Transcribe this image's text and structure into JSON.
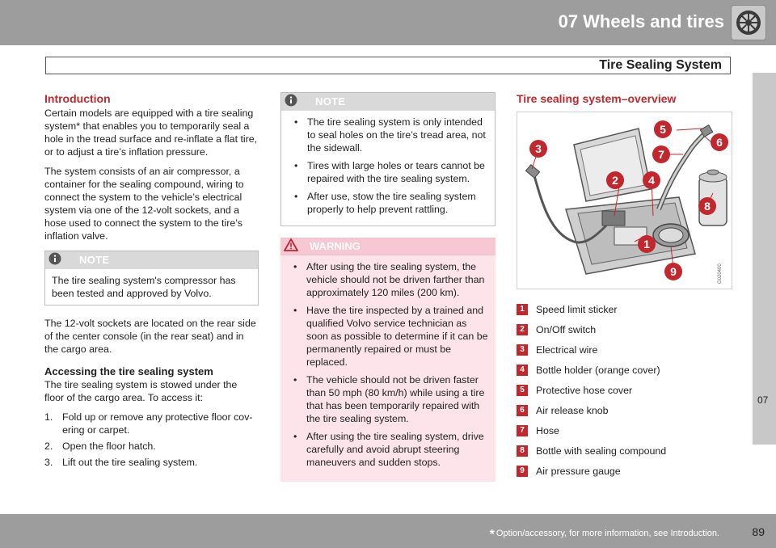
{
  "header": {
    "chapter": "07 Wheels and tires",
    "section": "Tire Sealing System"
  },
  "col1": {
    "heading": "Introduction",
    "intro_p1": "Certain models are equipped with a tire sealing system* that enables you to temporarily seal a hole in the tread surface and re-inflate a flat tire, or to adjust a tire’s inflation pressure.",
    "intro_p2": "The system consists of an air compressor, a container for the sealing compound, wiring to connect the system to the vehicle’s electrical system via one of the 12-volt sockets, and a hose used to connect the system to the tire’s inflation valve.",
    "note": {
      "label": "NOTE",
      "text": "The tire sealing system's compressor has been tested and approved by Volvo."
    },
    "sockets_p": "The 12-volt sockets are located on the rear side of the center console (in the rear seat) and in the cargo area.",
    "subheading": "Accessing the tire sealing system",
    "access_p": "The tire sealing system is stowed under the floor of the cargo area. To access it:",
    "steps": [
      {
        "num": "1.",
        "text": "Fold up or remove any protective floor cov-ering or carpet."
      },
      {
        "num": "2.",
        "text": "Open the floor hatch."
      },
      {
        "num": "3.",
        "text": "Lift out the tire sealing system."
      }
    ]
  },
  "col2": {
    "note": {
      "label": "NOTE",
      "items": [
        "The tire sealing system is only intended to seal holes on the tire’s tread area, not the sidewall.",
        "Tires with large holes or tears cannot be repaired with the tire sealing system.",
        "After use, stow the tire sealing system properly to help prevent rattling."
      ]
    },
    "warning": {
      "label": "WARNING",
      "items": [
        "After using the tire sealing system, the vehicle should not be driven farther than approximately 120 miles (200 km).",
        "Have the tire inspected by a trained and qualified Volvo service technician as soon as possible to determine if it can be permanently repaired or must be replaced.",
        "The vehicle should not be driven faster than 50 mph (80 km/h) while using a tire that has been temporarily repaired with the tire sealing system.",
        "After using the tire sealing system, drive carefully and avoid abrupt steering maneuvers and sudden stops."
      ]
    }
  },
  "col3": {
    "heading": "Tire sealing system–overview",
    "figure_code": "G020400",
    "callouts": [
      "1",
      "2",
      "3",
      "4",
      "5",
      "6",
      "7",
      "8",
      "9"
    ],
    "legend": [
      {
        "num": "1",
        "text": "Speed limit sticker"
      },
      {
        "num": "2",
        "text": "On/Off switch"
      },
      {
        "num": "3",
        "text": "Electrical wire"
      },
      {
        "num": "4",
        "text": "Bottle holder (orange cover)"
      },
      {
        "num": "5",
        "text": "Protective hose cover"
      },
      {
        "num": "6",
        "text": "Air release knob"
      },
      {
        "num": "7",
        "text": "Hose"
      },
      {
        "num": "8",
        "text": "Bottle with sealing compound"
      },
      {
        "num": "9",
        "text": "Air pressure gauge"
      }
    ]
  },
  "sidetab": {
    "label": "07"
  },
  "footer": {
    "star": "*",
    "footnote": "Option/accessory, for more information, see Introduction.",
    "page": "89"
  },
  "colors": {
    "accent_red": "#c1272d",
    "bar_gray": "#9d9d9d",
    "warning_bg": "#fce4ea",
    "note_head": "#d9d9d9"
  },
  "icons": {
    "chapter": "wheel-icon",
    "note": "info-icon",
    "warning": "warning-triangle-icon"
  }
}
